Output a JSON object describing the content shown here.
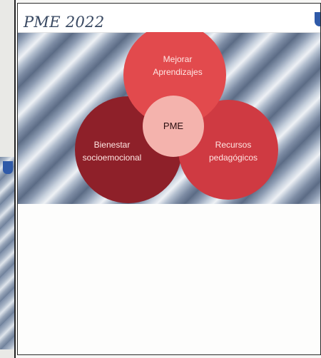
{
  "slide": {
    "title": "PME 2022"
  },
  "diagram": {
    "center": "PME",
    "circles": {
      "top": [
        "Mejorar",
        "Aprendizajes"
      ],
      "left": [
        "Bienestar",
        "socioemocional"
      ],
      "right": [
        "Recursos",
        "pedagógicos"
      ]
    }
  },
  "colors": {
    "top_circle": "#e24a4d",
    "left_circle": "#8e2029",
    "right_circle": "#cf3a42",
    "center_circle": "#f4b3ad",
    "title": "#384861",
    "logo": "#2f5aa8"
  }
}
